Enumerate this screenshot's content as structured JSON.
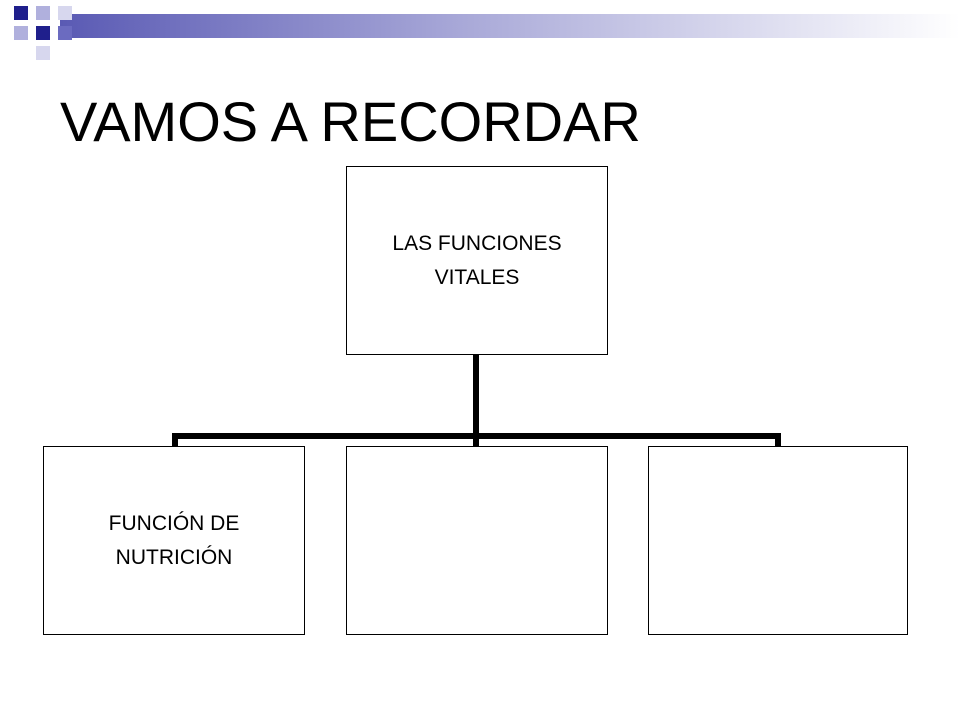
{
  "slide": {
    "title": "VAMOS A RECORDAR",
    "accent_colors": [
      "#1f1f8c",
      "#6b6bc0",
      "#b0b0dd",
      "#d7d7ee"
    ]
  },
  "diagram": {
    "root": {
      "label": "LAS FUNCIONES VITALES"
    },
    "children": [
      {
        "label": "FUNCIÓN DE NUTRICIÓN"
      },
      {
        "label": ""
      },
      {
        "label": ""
      }
    ],
    "connector_color": "#000000"
  }
}
